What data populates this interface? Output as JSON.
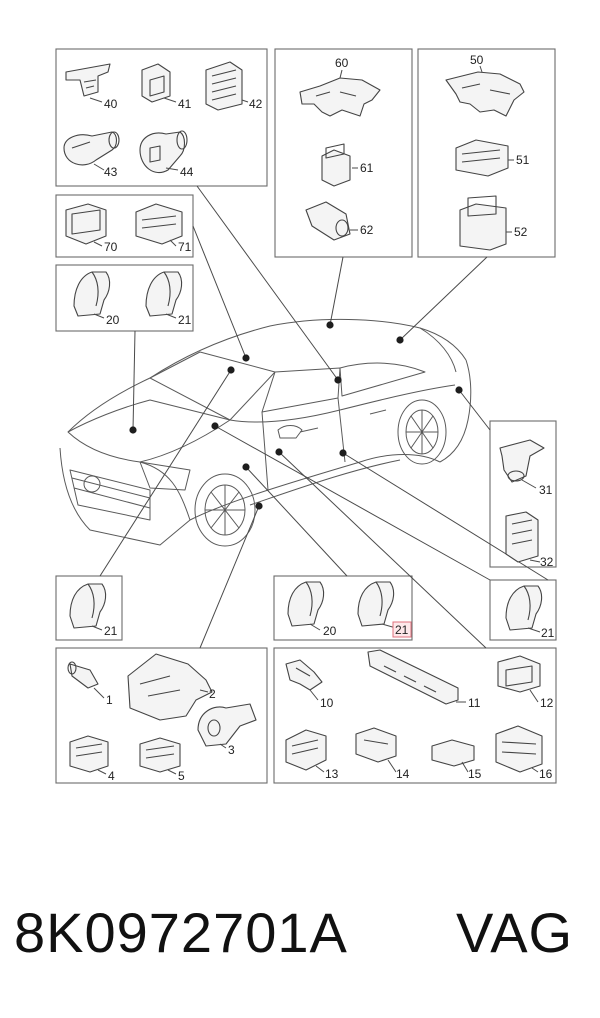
{
  "labels": {
    "n40": "40",
    "n41": "41",
    "n42": "42",
    "n43": "43",
    "n44": "44",
    "n60": "60",
    "n61": "61",
    "n62": "62",
    "n50": "50",
    "n51": "51",
    "n52": "52",
    "n70": "70",
    "n71": "71",
    "n20a": "20",
    "n21a": "21",
    "n31": "31",
    "n32": "32",
    "n21b": "21",
    "n20c": "20",
    "n21c": "21",
    "n21d": "21",
    "n1": "1",
    "n2": "2",
    "n3": "3",
    "n4": "4",
    "n5": "5",
    "n10": "10",
    "n11": "11",
    "n12": "12",
    "n13": "13",
    "n14": "14",
    "n15": "15",
    "n16": "16"
  },
  "footer": {
    "part_code": "8K0972701A",
    "brand": "VAG"
  },
  "colors": {
    "highlight_fill": "#fde8ea",
    "highlight_stroke": "#e0707c"
  }
}
